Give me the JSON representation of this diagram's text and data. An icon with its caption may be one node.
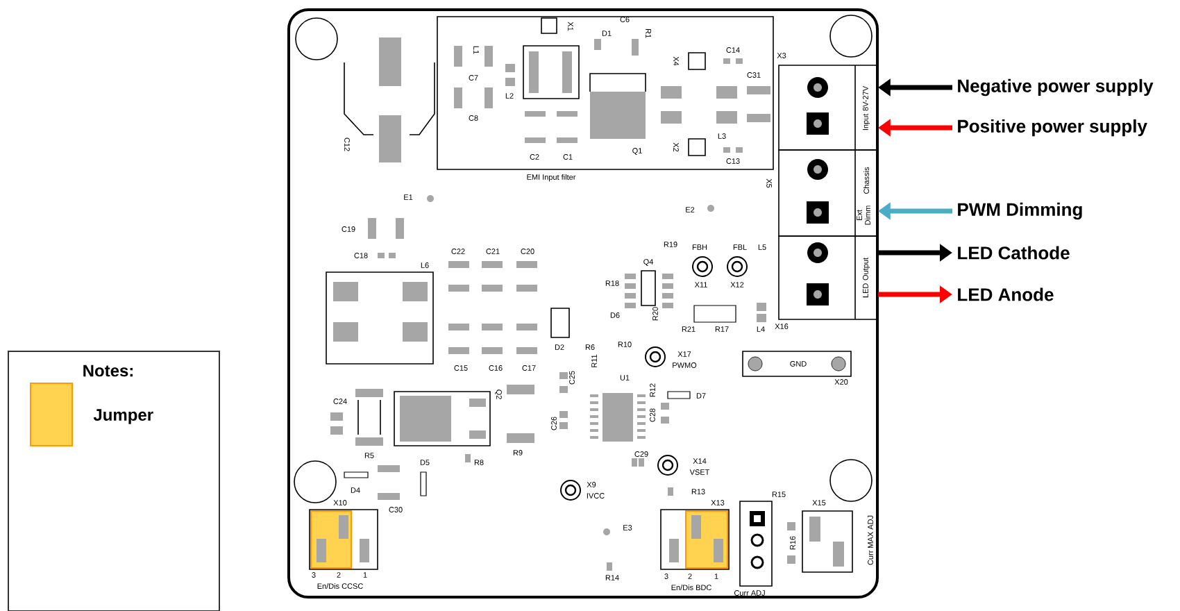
{
  "diagram": {
    "nodes": [
      {
        "text": [
          "Input 8V-27V"
        ]
      },
      {
        "text": [
          "Chassis",
          "Ext Dimm"
        ]
      },
      {
        "text": [
          "LED Output"
        ]
      },
      {
        "text": [
          "Negative power supply"
        ]
      },
      {
        "text": [
          "Positive power supply"
        ]
      },
      {
        "text": [
          "PWM Dimming"
        ]
      },
      {
        "text": [
          "LED Cathode"
        ]
      },
      {
        "text": [
          "LED Anode"
        ]
      }
    ],
    "edges": [
      {
        "from": 3,
        "to": 0,
        "arrow": "to"
      },
      {
        "from": 4,
        "to": 0,
        "arrow": "to",
        "color": "#ff0000"
      },
      {
        "from": 5,
        "to": 1,
        "arrow": "to",
        "color": "#4bacc6"
      },
      {
        "from": 2,
        "to": 6,
        "arrow": "to"
      },
      {
        "from": 2,
        "to": 7,
        "arrow": "to",
        "color": "#ff0000"
      }
    ],
    "labels": [
      "X1",
      "C6",
      "D1",
      "R1",
      "L1",
      "X4",
      "C14",
      "X3",
      "C31",
      "C7",
      "L2",
      "C8",
      "C12",
      "L3",
      "X2",
      "Q1",
      "C2",
      "C1",
      "C13",
      "EMI Input filter",
      "X5",
      "E1",
      "E2",
      "C19",
      "R19",
      "FBH",
      "FBL",
      "L5",
      "C22",
      "C21",
      "C20",
      "C18",
      "L6",
      "Q4",
      "R18",
      "X11",
      "X12",
      "D6",
      "R20",
      "R21",
      "R17",
      "L4",
      "X16",
      "D2",
      "R6",
      "R10",
      "X17",
      "PWMO",
      "R11",
      "GND",
      "C15",
      "C16",
      "C17",
      "U1",
      "C25",
      "X20",
      "R12",
      "D7",
      "Q2",
      "C24",
      "C28",
      "C26",
      "R5",
      "D5",
      "R8",
      "R9",
      "C29",
      "X14",
      "VSET",
      "D4",
      "X9",
      "IVCC",
      "R13",
      "R15",
      "X10",
      "C30",
      "X13",
      "X15",
      "E3",
      "R16",
      "Curr MAX ADJ",
      "3",
      "2",
      "1",
      "R14",
      "3",
      "2",
      "1",
      "En/Dis CCSC",
      "En/Dis BDC",
      "Curr ADJ",
      "Notes:"
    ],
    "legend": [
      {
        "text": "Jumper",
        "color": "#ffd34f"
      }
    ]
  }
}
